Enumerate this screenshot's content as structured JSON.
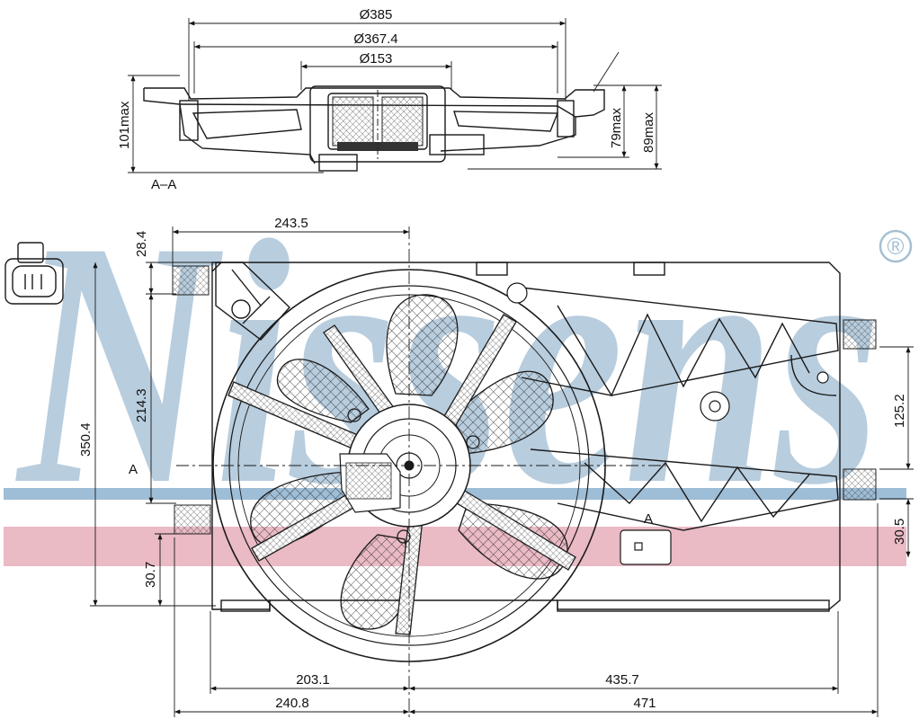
{
  "watermark": {
    "brand": "Nissens",
    "registered_mark": "®",
    "color": "#7fa6c4"
  },
  "stripes": {
    "blue": "#8db2cf",
    "pink": "#e3a3b1"
  },
  "section_view": {
    "label": "A–A",
    "diameters": [
      "Ø385",
      "Ø367.4",
      "Ø153"
    ],
    "heights": [
      "101max",
      "79max",
      "89max"
    ]
  },
  "front_view": {
    "section_marker": "A",
    "section_marker_right": "A",
    "left_dimensions": [
      "28.4",
      "214.3",
      "350.4",
      "30.7"
    ],
    "top_dimensions": [
      "243.5"
    ],
    "right_dimensions": [
      "125.2",
      "30.5"
    ],
    "bottom_dimensions_row1": [
      "203.1",
      "435.7"
    ],
    "bottom_dimensions_row2": [
      "240.8",
      "471"
    ]
  }
}
